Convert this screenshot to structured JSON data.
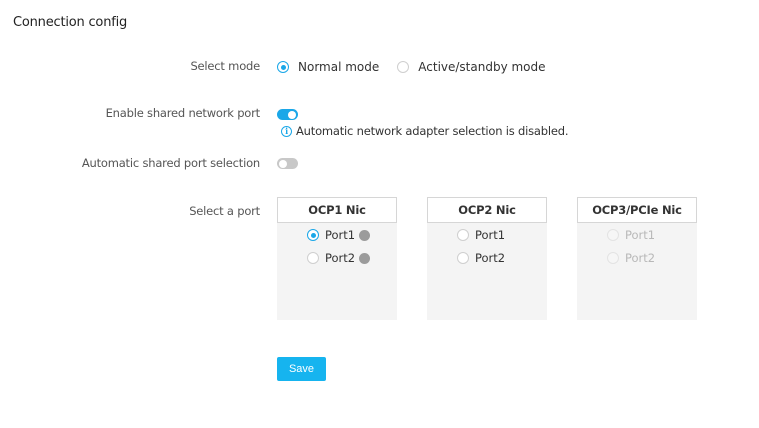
{
  "title": "Connection config",
  "select_mode": {
    "label": "Select mode",
    "options": [
      {
        "label": "Normal mode",
        "checked": true
      },
      {
        "label": "Active/standby mode",
        "checked": false
      }
    ]
  },
  "shared_port": {
    "label": "Enable shared network port",
    "enabled": true,
    "info_text": "Automatic network adapter selection is disabled."
  },
  "auto_shared": {
    "label": "Automatic shared port selection",
    "enabled": false
  },
  "select_port": {
    "label": "Select a port",
    "nics": [
      {
        "name": "OCP1 Nic",
        "ports": [
          {
            "label": "Port1",
            "checked": true,
            "disabled": false,
            "status_dot": true
          },
          {
            "label": "Port2",
            "checked": false,
            "disabled": false,
            "status_dot": true
          }
        ]
      },
      {
        "name": "OCP2 Nic",
        "ports": [
          {
            "label": "Port1",
            "checked": false,
            "disabled": false,
            "status_dot": false
          },
          {
            "label": "Port2",
            "checked": false,
            "disabled": false,
            "status_dot": false
          }
        ]
      },
      {
        "name": "OCP3/PCIe Nic",
        "ports": [
          {
            "label": "Port1",
            "checked": false,
            "disabled": true,
            "status_dot": false
          },
          {
            "label": "Port2",
            "checked": false,
            "disabled": true,
            "status_dot": false
          }
        ]
      }
    ]
  },
  "save_label": "Save",
  "colors": {
    "accent": "#1aa7e8",
    "save_button": "#16b4ef",
    "toggle_off": "#c8c8c8",
    "status_dot": "#9b9b9b"
  },
  "icons": {
    "info": "info-icon"
  }
}
